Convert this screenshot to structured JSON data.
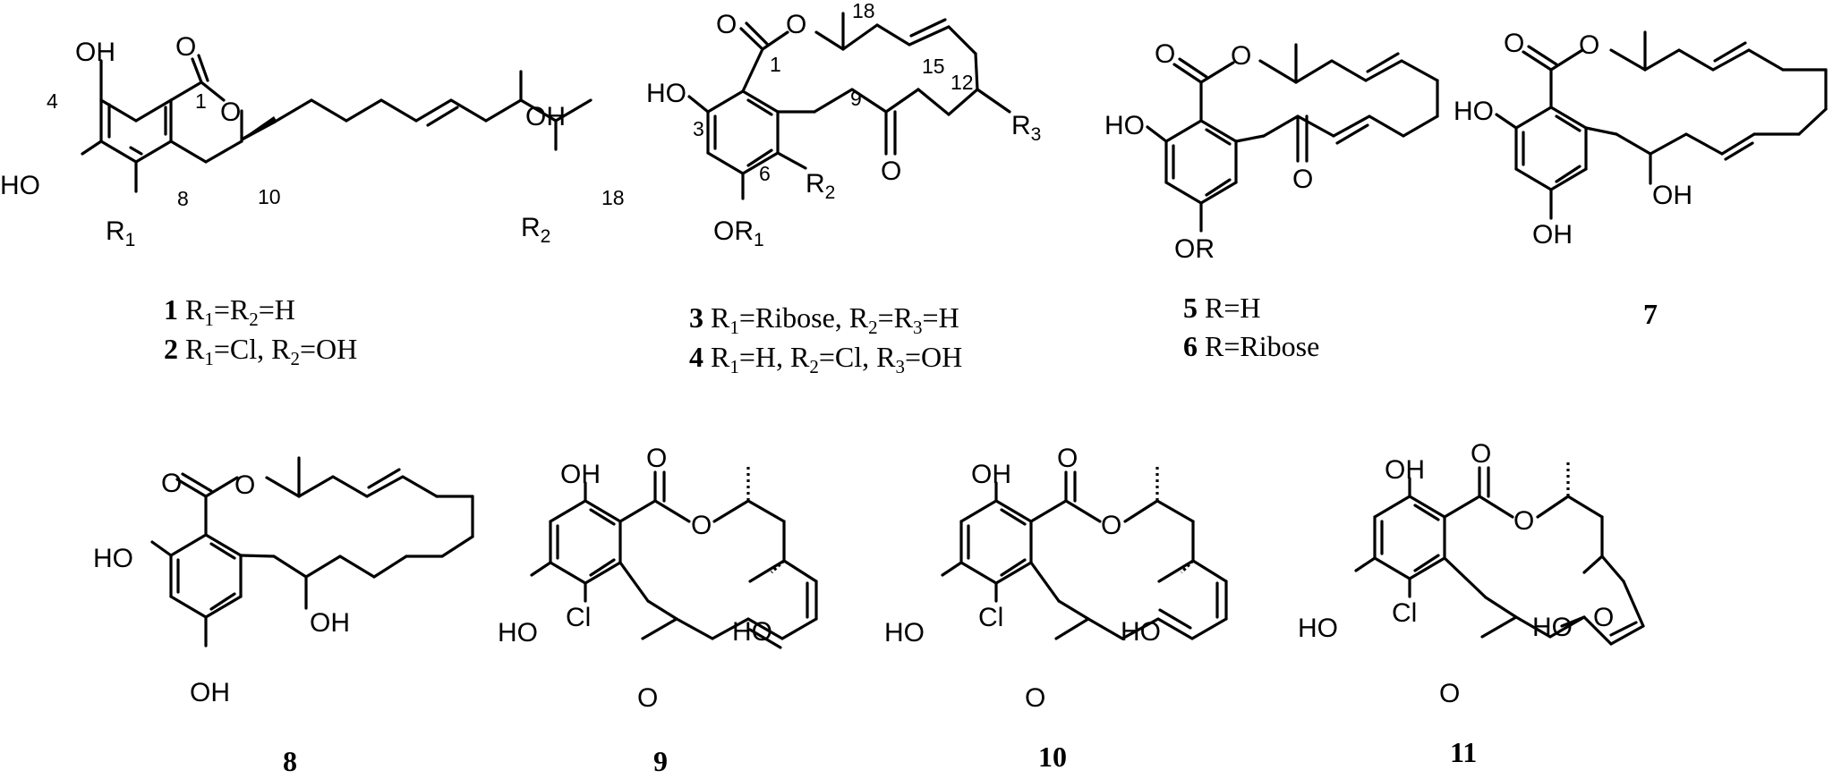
{
  "figure": {
    "atoms": {
      "oh": "OH",
      "ho": "HO",
      "o": "O",
      "cl": "Cl",
      "or": "OR",
      "r": "R",
      "r1": "1",
      "r2": "2",
      "r3": "3"
    },
    "positions": {
      "n1": "1",
      "n3": "3",
      "n4": "4",
      "n6": "6",
      "n8": "8",
      "n9": "9",
      "n10": "10",
      "n12": "12",
      "n15": "15",
      "n18": "18"
    },
    "compounds": [
      {
        "number": "1",
        "caption": " R1=R2=H"
      },
      {
        "number": "2",
        "caption": " R1=Cl, R2=OH"
      },
      {
        "number": "3",
        "caption": "  R1=Ribose, R2=R3=H"
      },
      {
        "number": "4",
        "caption": " R1=H, R2=Cl, R3=OH"
      },
      {
        "number": "5",
        "caption": " R=H"
      },
      {
        "number": "6",
        "caption": " R=Ribose"
      },
      {
        "number": "7",
        "caption": ""
      },
      {
        "number": "8",
        "caption": ""
      },
      {
        "number": "9",
        "caption": ""
      },
      {
        "number": "10",
        "caption": ""
      },
      {
        "number": "11",
        "caption": ""
      }
    ]
  }
}
